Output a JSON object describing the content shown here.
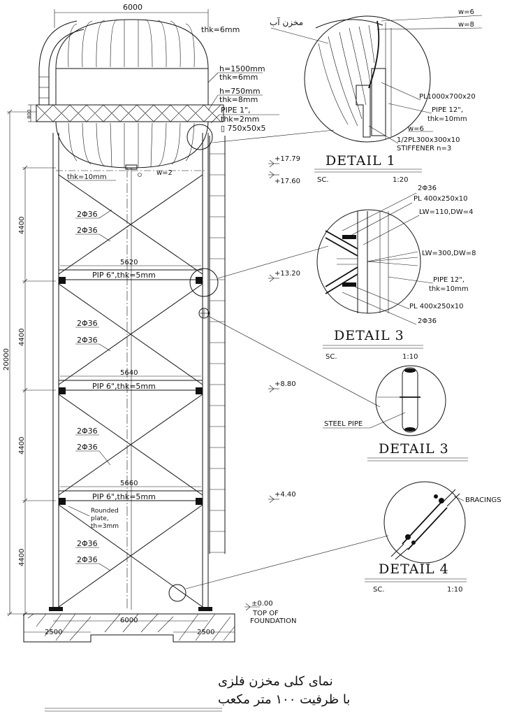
{
  "top_dimension": "6000",
  "overall_height": "20000",
  "roof_thickness": "thk=6mm",
  "tank_label_fa": "مخزن آب",
  "shell_notes": [
    "h=1500mm",
    "thk=6mm",
    "h=750mm",
    "thk=8mm"
  ],
  "pipe1_notes": [
    "PIPE 1\",",
    "thk=2mm",
    "▯ 750x50x5"
  ],
  "ring_height": "800",
  "bottom_notes": [
    "thk=10mm",
    "w=2"
  ],
  "panel_heights": [
    "4400",
    "4400",
    "4400",
    "4400"
  ],
  "bracing_label": "2Φ36",
  "horizontals": [
    {
      "width": "5620",
      "label": "PIP  6\",thk=5mm"
    },
    {
      "width": "5640",
      "label": "PIP  6\",thk=5mm"
    },
    {
      "width": "5660",
      "label": "PIP  6\",thk=5mm"
    }
  ],
  "rounded_plate": [
    "Rounded",
    "plate,",
    "th=3mm"
  ],
  "foundation_widths": [
    "6000",
    "2500",
    "2500"
  ],
  "elevations": [
    "+17.79",
    "+17.60",
    "+13.20",
    "+8.80",
    "+4.40",
    "±0.00"
  ],
  "top_of_foundation": [
    "TOP OF",
    "FOUNDATION"
  ],
  "detail1": {
    "title": "DETAIL  1",
    "sc": "SC.",
    "scale": "1:20",
    "labels": [
      "w=6",
      "w=8",
      "PL1000x700x20",
      "PIPE 12\",",
      "thk=10mm",
      "w=6",
      "1/2PL300x300x10",
      "STIFFENER n=3"
    ]
  },
  "detail3a": {
    "title": "DETAIL  3",
    "sc": "SC.",
    "scale": "1:10",
    "labels": [
      "2Φ36",
      "PL 400x250x10",
      "LW=110,DW=4",
      "LW=300,DW=8",
      "PIPE 12\",",
      "thk=10mm",
      "PL 400x250x10",
      "2Φ36"
    ]
  },
  "detail3b": {
    "title": "DETAIL  3",
    "label": "STEEL PIPE"
  },
  "detail4": {
    "title": "DETAIL  4",
    "sc": "SC.",
    "scale": "1:10",
    "label": "BRACINGS"
  },
  "caption_fa": [
    "نمای کلی مخزن فلزی",
    "با ظرفیت ۱۰۰ متر مکعب"
  ]
}
